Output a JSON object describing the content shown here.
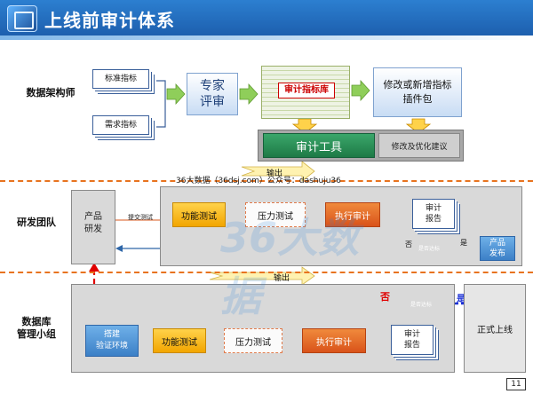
{
  "header": {
    "title": "上线前审计体系"
  },
  "watermark_text": "36大数据（36dsj.com）公众号：dashuju36",
  "wm_logo_text": "36大数据",
  "page_number": "11",
  "rows": {
    "architect": "数据架构师",
    "dev": "研发团队",
    "dba": "数据库\n管理小组"
  },
  "architect": {
    "doc1": "标准指标",
    "doc2": "需求指标",
    "expert": "专家\n评审",
    "library": "审计指标库",
    "plugin": "修改或新增指标\n插件包",
    "tool": "审计工具",
    "optimize": "修改及优化建议",
    "output": "输出"
  },
  "dev": {
    "product": "产品\n研发",
    "submit": "提交测试",
    "func": "功能测试",
    "stress": "压力测试",
    "exec": "执行审计",
    "report": "审计\n报告",
    "decision": "是否达标",
    "no": "否",
    "yes": "是",
    "release": "产品\n发布",
    "output": "输出"
  },
  "dba": {
    "env": "搭建\n验证环境",
    "func": "功能测试",
    "stress": "压力测试",
    "exec": "执行审计",
    "report": "审计\n报告",
    "decision": "是否达标",
    "no": "否",
    "yes": "是",
    "online": "正式上线"
  },
  "colors": {
    "accent_blue": "#1d5fae",
    "orange": "#f2a500",
    "red": "#e00000",
    "green_arrow": "#8fce5a"
  }
}
